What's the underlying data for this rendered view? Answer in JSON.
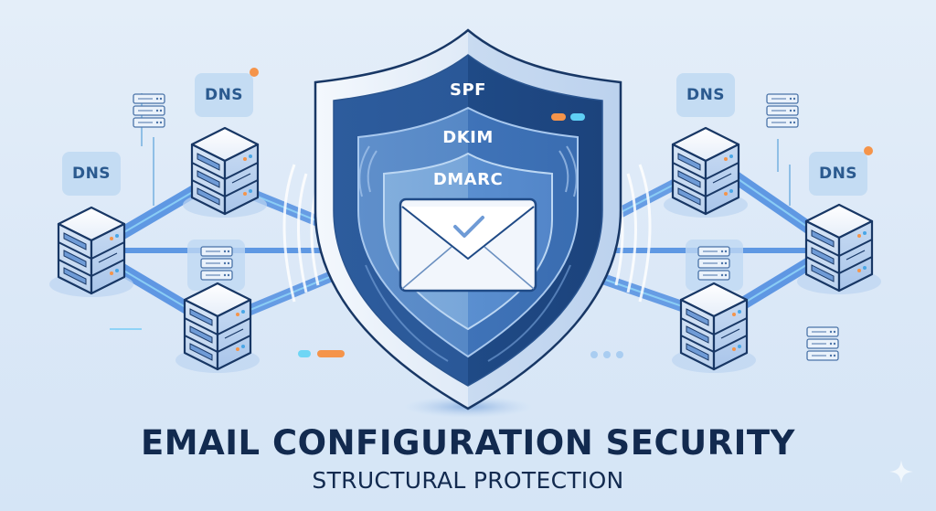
{
  "title": "EMAIL CONFIGURATION SECURITY",
  "subtitle": "STRUCTURAL PROTECTION",
  "shield": {
    "layers": [
      {
        "label": "SPF"
      },
      {
        "label": "DKIM"
      },
      {
        "label": "DMARC"
      }
    ],
    "center_icon": "envelope-check-icon",
    "indicator_colors": [
      "#f5944a",
      "#5fd0f5"
    ]
  },
  "dns_badges": [
    {
      "label": "DNS",
      "side": "left",
      "alert_dot": true
    },
    {
      "label": "DNS",
      "side": "left",
      "alert_dot": false
    },
    {
      "label": "DNS",
      "side": "right",
      "alert_dot": false
    },
    {
      "label": "DNS",
      "side": "right",
      "alert_dot": true
    }
  ],
  "colors": {
    "background": "#dde9f7",
    "shield_dark": "#1f4a86",
    "shield_mid": "#3a6db1",
    "link": "#4a8ae0",
    "title": "#122a4f",
    "accent_orange": "#f5944a",
    "accent_cyan": "#5fd0f5"
  },
  "watermark_icon": "sparkle-icon"
}
